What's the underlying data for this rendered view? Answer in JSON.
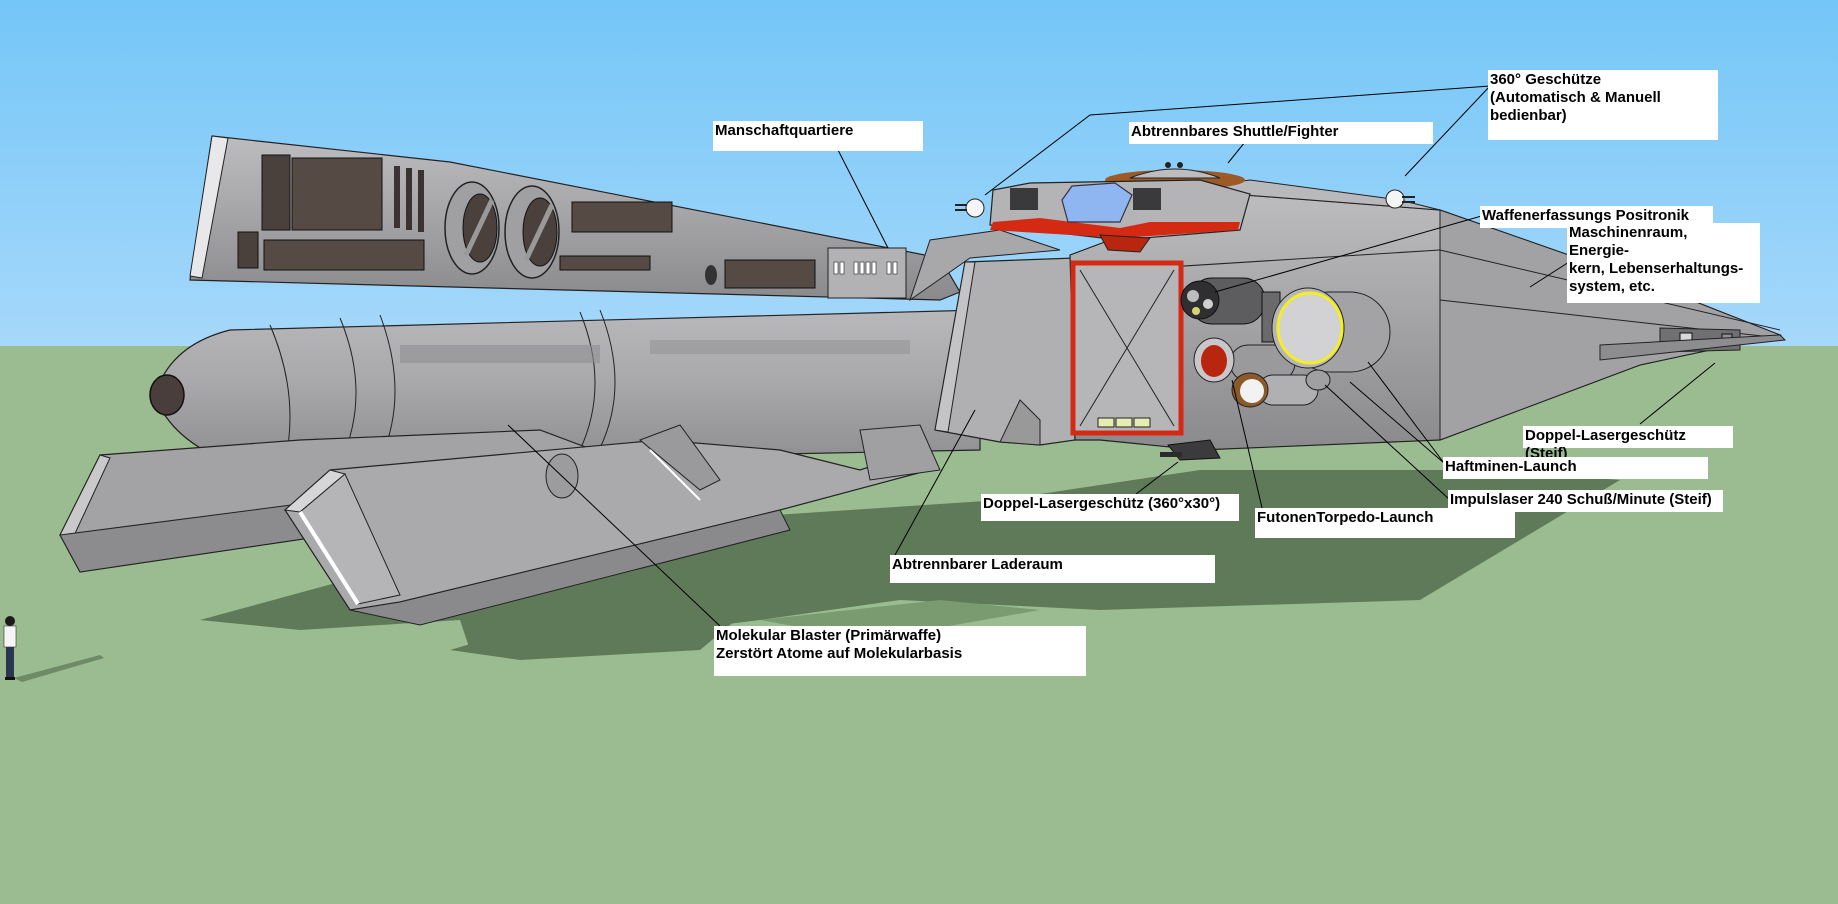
{
  "scene": {
    "subject": "Raumschiff-Modell (3D-Ansicht) mit Beschriftungen",
    "colors": {
      "sky_top": "#74c6f8",
      "sky_bottom": "#a6d8fa",
      "ground": "#9bbc91",
      "ground_shadow": "#5f7a58",
      "hull": "#a8a8aa",
      "hull_dark": "#7d7d80",
      "accent_red": "#d42a14",
      "canopy_blue": "#8fb6f0",
      "ring_yellow": "#f4ee22",
      "leader_line": "#000000"
    }
  },
  "labels": {
    "geschuetze": "360° Geschütze\n(Automatisch & Manuell\nbedienbar)",
    "shuttle": "Abtrennbares Shuttle/Fighter",
    "mannschaft": "Manschaftquartiere",
    "waffenerfassung": "Waffenerfassungs Positronik",
    "maschinenraum": "Maschinenraum,\nEnergie-\nkern, Lebenserhaltungs-\nsystem, etc.",
    "doppel_steif": "Doppel-Lasergeschütz (Steif)",
    "haftminen": "Haftminen-Launch",
    "impulslaser": "Impulslaser 240 Schuß/Minute (Steif)",
    "doppel_360": "Doppel-Lasergeschütz (360°x30°)",
    "futonen": "FutonenTorpedo-Launch",
    "laderaum": "Abtrennbarer Laderaum",
    "blaster": "Molekular Blaster (Primärwaffe)\nZerstört Atome auf Molekularbasis"
  }
}
